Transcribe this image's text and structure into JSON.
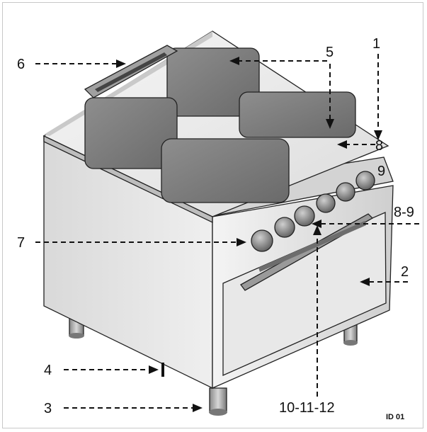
{
  "figure_id": "ID 01",
  "callouts": [
    {
      "id": "c1",
      "text": "1"
    },
    {
      "id": "c2",
      "text": "2"
    },
    {
      "id": "c3",
      "text": "3"
    },
    {
      "id": "c4",
      "text": "4"
    },
    {
      "id": "c5",
      "text": "5"
    },
    {
      "id": "c6",
      "text": "6"
    },
    {
      "id": "c7",
      "text": "7"
    },
    {
      "id": "c8",
      "text": "8"
    },
    {
      "id": "c9",
      "text": "9"
    },
    {
      "id": "c89",
      "text": "8-9"
    },
    {
      "id": "c1012",
      "text": "10-11-12"
    }
  ],
  "colors": {
    "body_light": "#ececec",
    "body_mid": "#d6d6d6",
    "body_dark": "#b4b4b4",
    "hotplate": "#7c7c7c",
    "knob": "#8a8a8a",
    "line": "#111111"
  }
}
